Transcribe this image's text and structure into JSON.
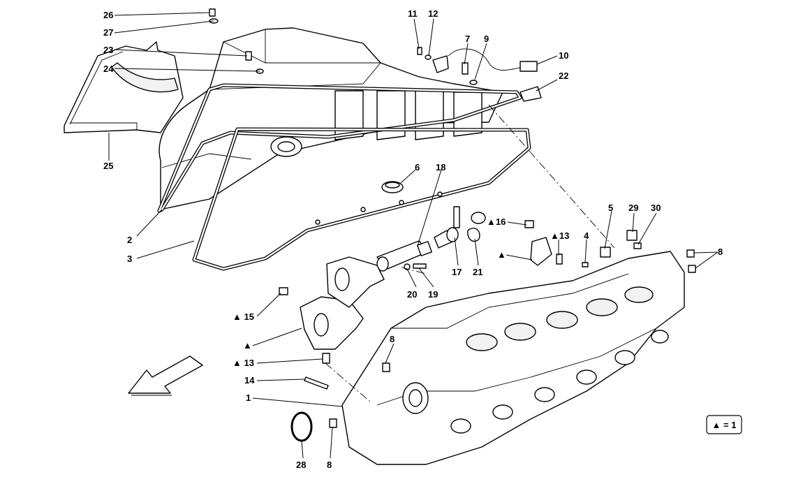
{
  "callouts": {
    "c26": "26",
    "c27": "27",
    "c23": "23",
    "c24": "24",
    "c25": "25",
    "c11": "11",
    "c12": "12",
    "c7": "7",
    "c9": "9",
    "c10": "10",
    "c22": "22",
    "c6": "6",
    "c18": "18",
    "c2": "2",
    "c3": "3",
    "c16": "▲16",
    "c13a": "▲13",
    "c4": "4",
    "c5": "5",
    "c29": "29",
    "c30": "30",
    "c8a": "8",
    "c_tri_a": "▲",
    "c17": "17",
    "c21": "21",
    "c20": "20",
    "c19": "19",
    "c15": "▲ 15",
    "c_tri_b": "▲",
    "c13b": "▲ 13",
    "c14": "14",
    "c1": "1",
    "c8b": "8",
    "c28": "28",
    "c8c": "8"
  },
  "legend": {
    "text": "▲ = 1"
  }
}
